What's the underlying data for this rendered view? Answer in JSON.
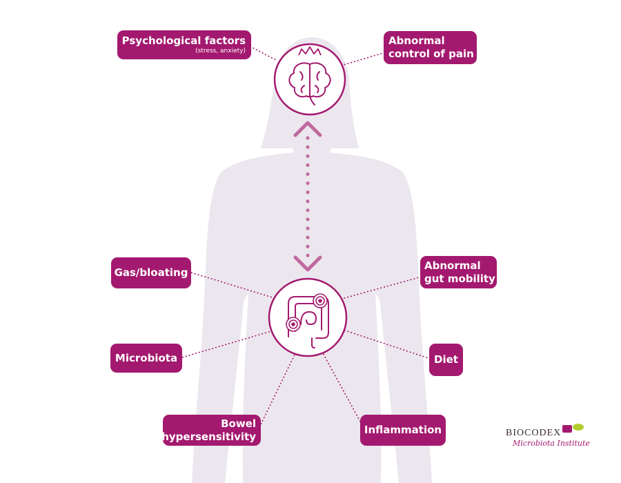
{
  "colors": {
    "accent": "#a3196f",
    "silhouette": "#ece7ee",
    "connector": "#a3196f"
  },
  "icons": {
    "brain": "brain-icon",
    "gut": "intestine-icon",
    "crown": "crown-icon"
  },
  "labels": {
    "psychological": {
      "title": "Psychological factors",
      "subtitle": "(stress, anxiety)"
    },
    "pain": {
      "line1": "Abnormal",
      "line2": "control of pain"
    },
    "gas": {
      "text": "Gas/bloating"
    },
    "mobility": {
      "line1": "Abnormal",
      "line2": "gut mobility"
    },
    "microbiota": {
      "text": "Microbiota"
    },
    "diet": {
      "text": "Diet"
    },
    "bowel": {
      "line1": "Bowel",
      "line2": "hypersensitivity"
    },
    "inflammation": {
      "text": "Inflammation"
    }
  },
  "logo": {
    "brand": "BIOCODEX",
    "institute": "Microbiota Institute"
  }
}
